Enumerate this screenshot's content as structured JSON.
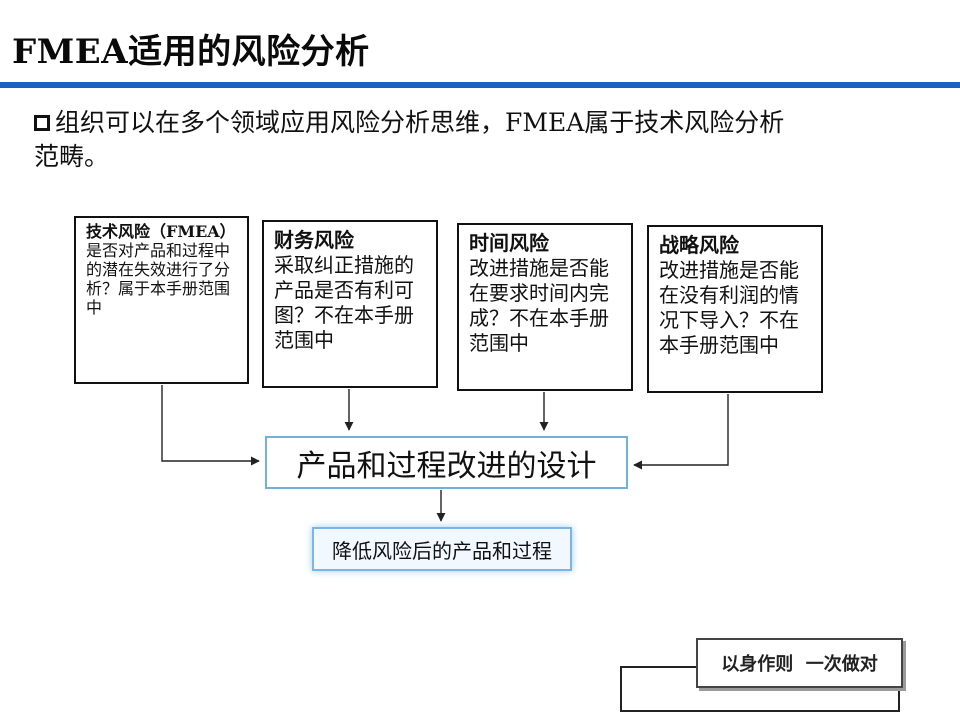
{
  "slide": {
    "title": "FMEA适用的风险分析",
    "bullet_text": "组织可以在多个领域应用风险分析思维，FMEA属于技术风险分析范畴。"
  },
  "boxes": {
    "tech": {
      "title": "技术风险（FMEA）",
      "body": "是否对产品和过程中的潜在失效进行了分析？属于本手册范围中"
    },
    "finance": {
      "title": "财务风险",
      "body": "采取纠正措施的产品是否有利可图？不在本手册范围中"
    },
    "time": {
      "title": "时间风险",
      "body": "改进措施是否能在要求时间内完成？不在本手册范围中"
    },
    "strategy": {
      "title": "战略风险",
      "body": "改进措施是否能在没有利润的情况下导入？不在本手册范围中"
    },
    "design": {
      "label": "产品和过程改进的设计"
    },
    "result": {
      "label": "降低风险后的产品和过程"
    }
  },
  "footer": {
    "stamp_text": "以身作则  一次做对"
  },
  "colors": {
    "title_rule": "#1f5fbf",
    "design_border": "#6fb3d9",
    "result_border": "#7cb4e6",
    "result_fill": "#f2f8ff"
  }
}
